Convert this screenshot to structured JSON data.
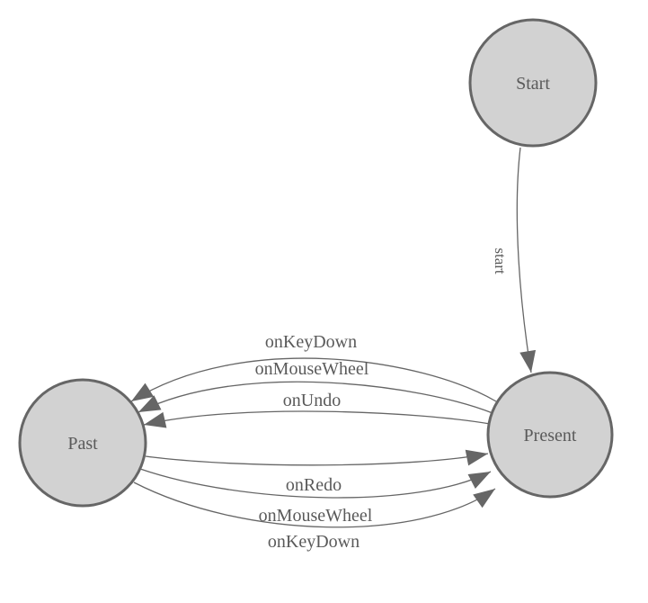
{
  "diagram": {
    "type": "state-machine",
    "colors": {
      "background": "#ffffff",
      "node_fill": "#d2d2d2",
      "node_stroke": "#666666",
      "edge_stroke": "#666666",
      "arrowhead_fill": "#666666",
      "text": "#5a5a5a"
    },
    "nodes": [
      {
        "id": "start",
        "label": "Start"
      },
      {
        "id": "present",
        "label": "Present"
      },
      {
        "id": "past",
        "label": "Past"
      }
    ],
    "edges": [
      {
        "from": "start",
        "to": "present",
        "label": "start"
      },
      {
        "from": "present",
        "to": "past",
        "label": "onKeyDown"
      },
      {
        "from": "present",
        "to": "past",
        "label": "onMouseWheel"
      },
      {
        "from": "present",
        "to": "past",
        "label": "onUndo"
      },
      {
        "from": "past",
        "to": "present",
        "label": "onRedo"
      },
      {
        "from": "past",
        "to": "present",
        "label": "onMouseWheel"
      },
      {
        "from": "past",
        "to": "present",
        "label": "onKeyDown"
      }
    ]
  }
}
